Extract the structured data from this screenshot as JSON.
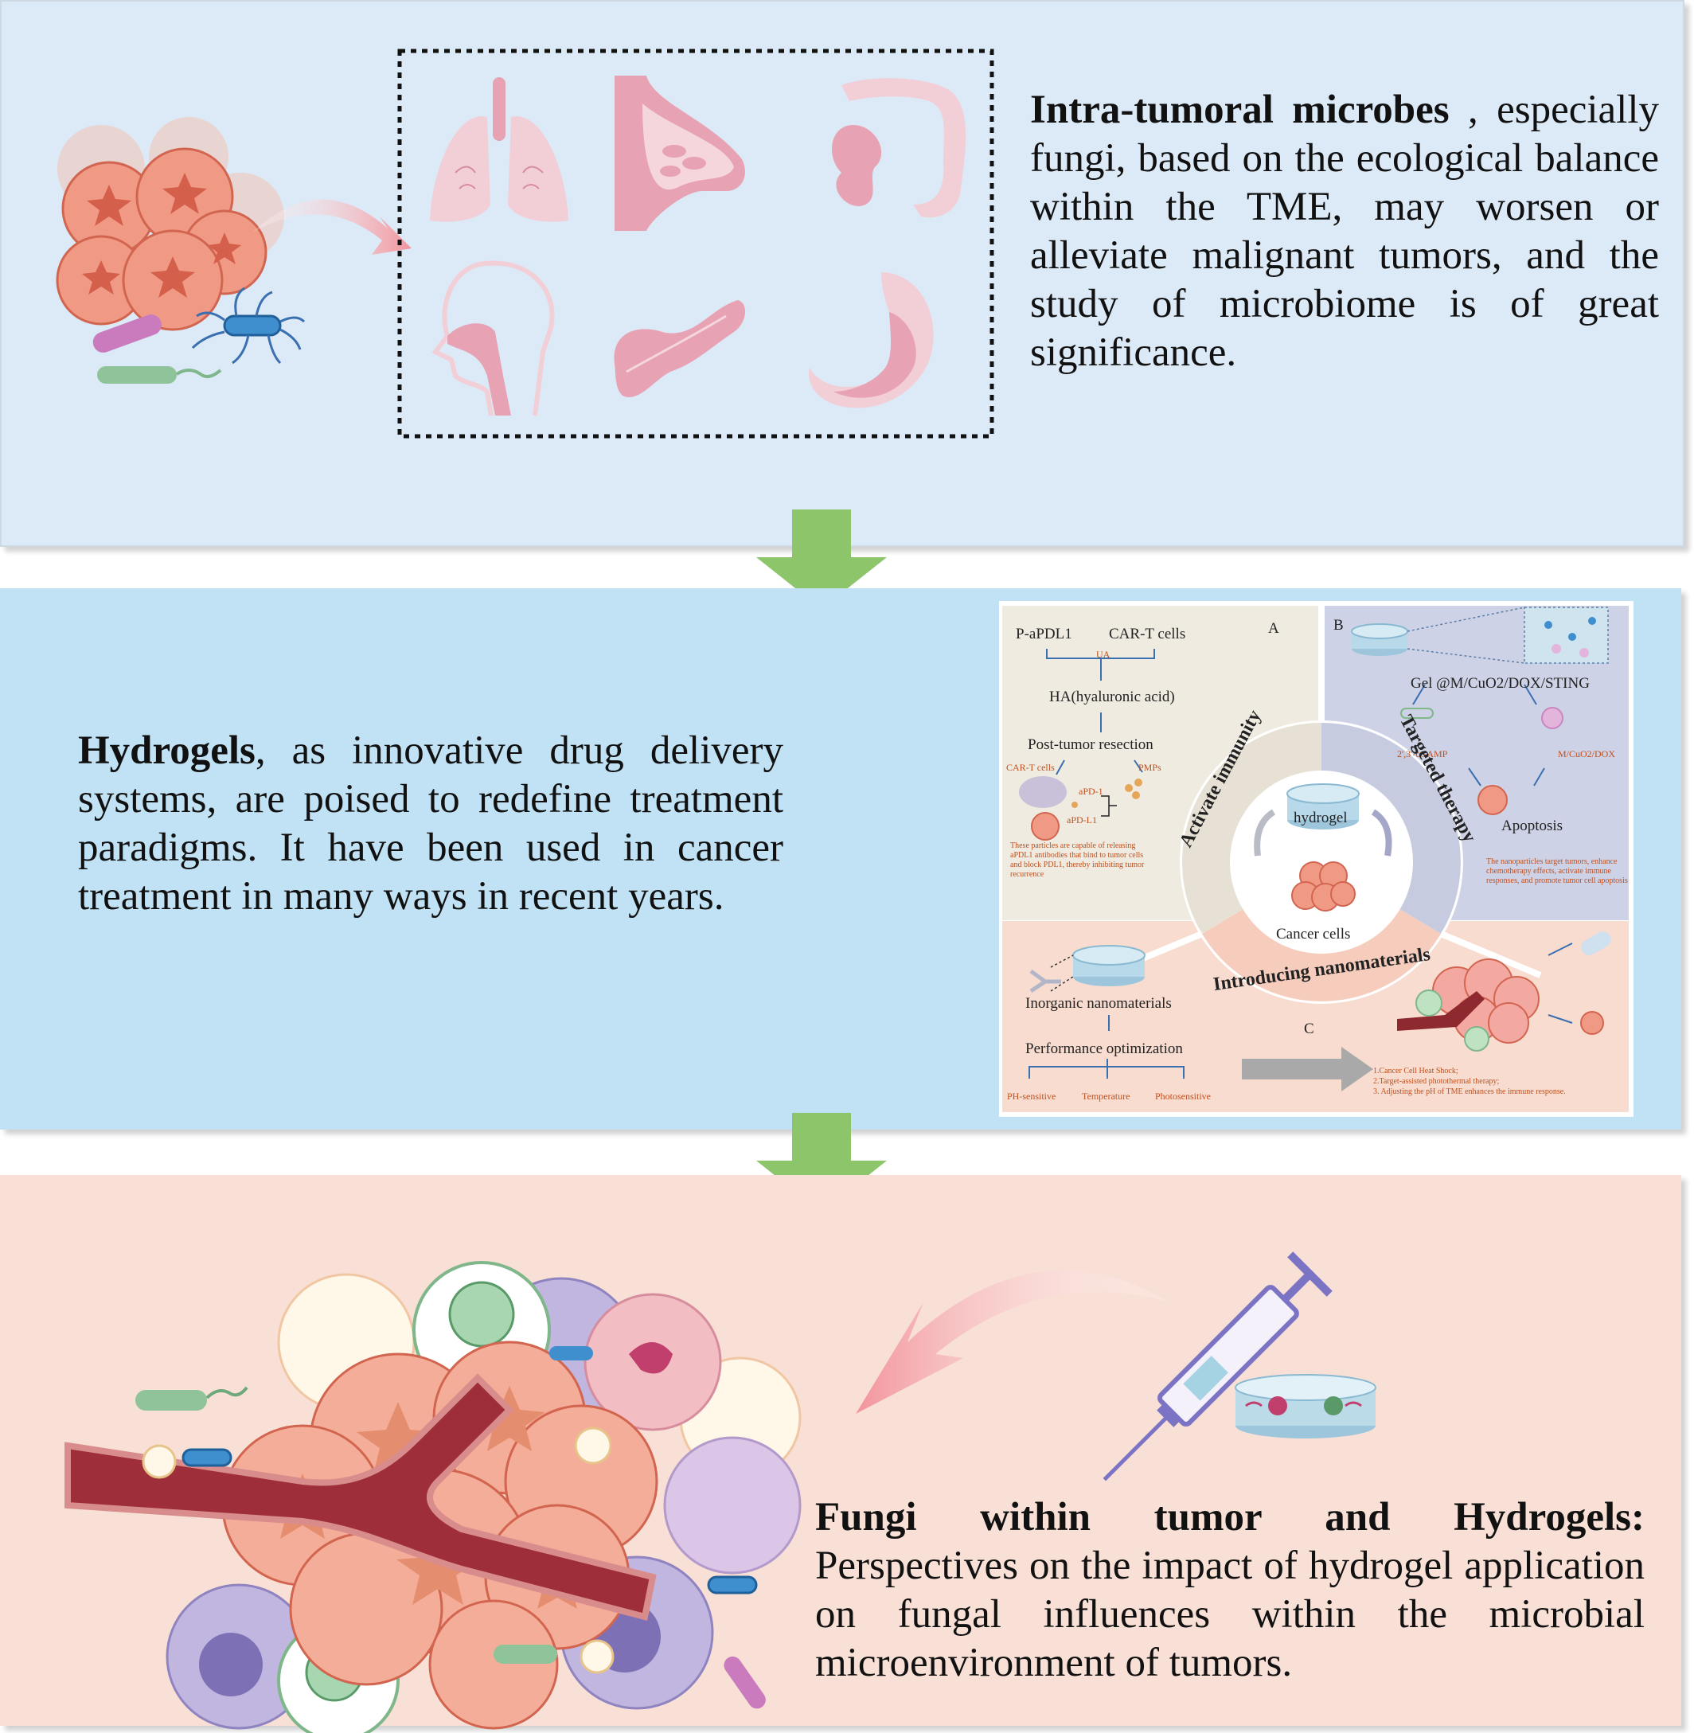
{
  "panel1": {
    "title_bold": "Intra-tumoral microbes",
    "text": " , especially fungi, based on the ecological balance within the TME, may worsen or alleviate malignant tumors, and the study of microbiome is of great significance.",
    "organ_icons": [
      "lungs-icon",
      "breast-icon",
      "colon-icon",
      "head-neck-icon",
      "pancreas-icon",
      "stomach-icon"
    ]
  },
  "panel2": {
    "title_bold": "Hydrogels",
    "text": ", as innovative drug delivery systems, are poised to redefine treatment paradigms. It have been used in cancer treatment in many ways in recent years.",
    "inset": {
      "section_a": {
        "letter": "A",
        "p_apdl1": "P-aPDL1",
        "car_t": "CAR-T cells",
        "ua": "UA",
        "ha": "HA(hyaluronic acid)",
        "post": "Post-tumor resection",
        "car_t_small": "CAR-T cells",
        "pmps": "PMPs",
        "apd1": "aPD-1",
        "apdl1": "aPD-L1",
        "note": "These particles are capable of releasing aPDL1 antibodies that bind to tumor cells and block PDL1, thereby inhibiting tumor recurrence"
      },
      "section_b": {
        "letter": "B",
        "gel": "Gel @M/CuO2/DOX/STING",
        "cgamp": "2',3'-cGAMP",
        "mcuo2": "M/CuO2/DOX",
        "apoptosis": "Apoptosis",
        "note": "The nanoparticles target tumors, enhance chemotherapy effects, activate immune responses, and promote tumor cell apoptosis"
      },
      "section_c": {
        "letter": "C",
        "inorganic": "Inorganic nanomaterials",
        "perf": "Performance optimization",
        "ph": "PH-sensitive",
        "temp": "Temperature",
        "photo": "Photosensitive",
        "note1": "1.Cancer Cell Heat Shock;",
        "note2": "2.Target-assisted photothermal therapy;",
        "note3": "3. Adjusting the pH of TME enhances the immune response."
      },
      "ring": {
        "activate": "Activate immunity",
        "targeted": "Targeted therapy",
        "introducing": "Introducing nanomaterials"
      },
      "center": {
        "hydrogel": "hydrogel",
        "cancer": "Cancer cells"
      }
    }
  },
  "panel3": {
    "title_bold": "Fungi within tumor and Hydrogels:",
    "text": " Perspectives on the impact of hydrogel application on fungal influences within the microbial microenvironment of tumors."
  },
  "colors": {
    "panel1_bg": "#dce9f6",
    "panel2_bg": "#c1e2f4",
    "panel3_bg": "#f9e0d6",
    "arrow_green": "#8cc56a",
    "organ_pink": "#e7a2b3",
    "note_orange": "#c0501f"
  }
}
